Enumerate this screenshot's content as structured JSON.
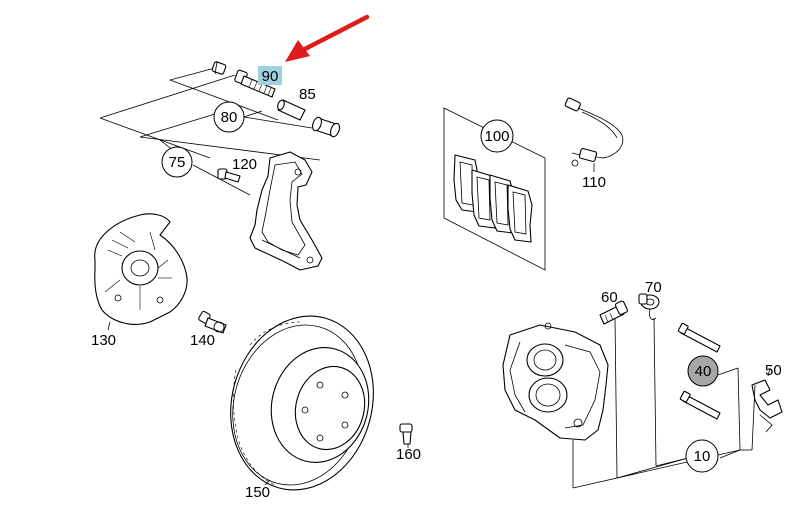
{
  "diagram": {
    "labels": {
      "p10": "10",
      "p40": "40",
      "p50": "50",
      "p60": "60",
      "p70": "70",
      "p75": "75",
      "p80": "80",
      "p85": "85",
      "p90": "90",
      "p100": "100",
      "p110": "110",
      "p120": "120",
      "p130": "130",
      "p140": "140",
      "p150": "150",
      "p160": "160"
    },
    "highlight_colors": {
      "p90": "#9fd0de",
      "p40": "#a6a6a6",
      "arrow": "#e01b1b"
    }
  }
}
